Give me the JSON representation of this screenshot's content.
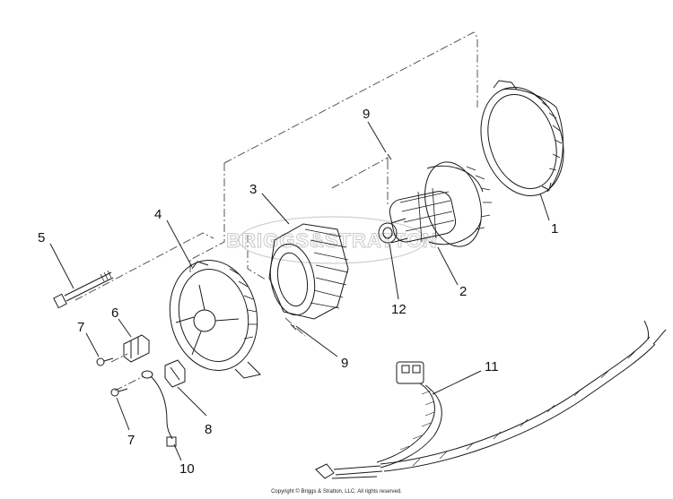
{
  "diagram": {
    "callouts": [
      "1",
      "2",
      "3",
      "4",
      "5",
      "6",
      "7",
      "7",
      "8",
      "9",
      "9",
      "10",
      "11",
      "12"
    ],
    "watermark": "BRIGGS&STRATTON",
    "copyright": "Copyright © Briggs & Stratton, LLC. All rights reserved."
  }
}
